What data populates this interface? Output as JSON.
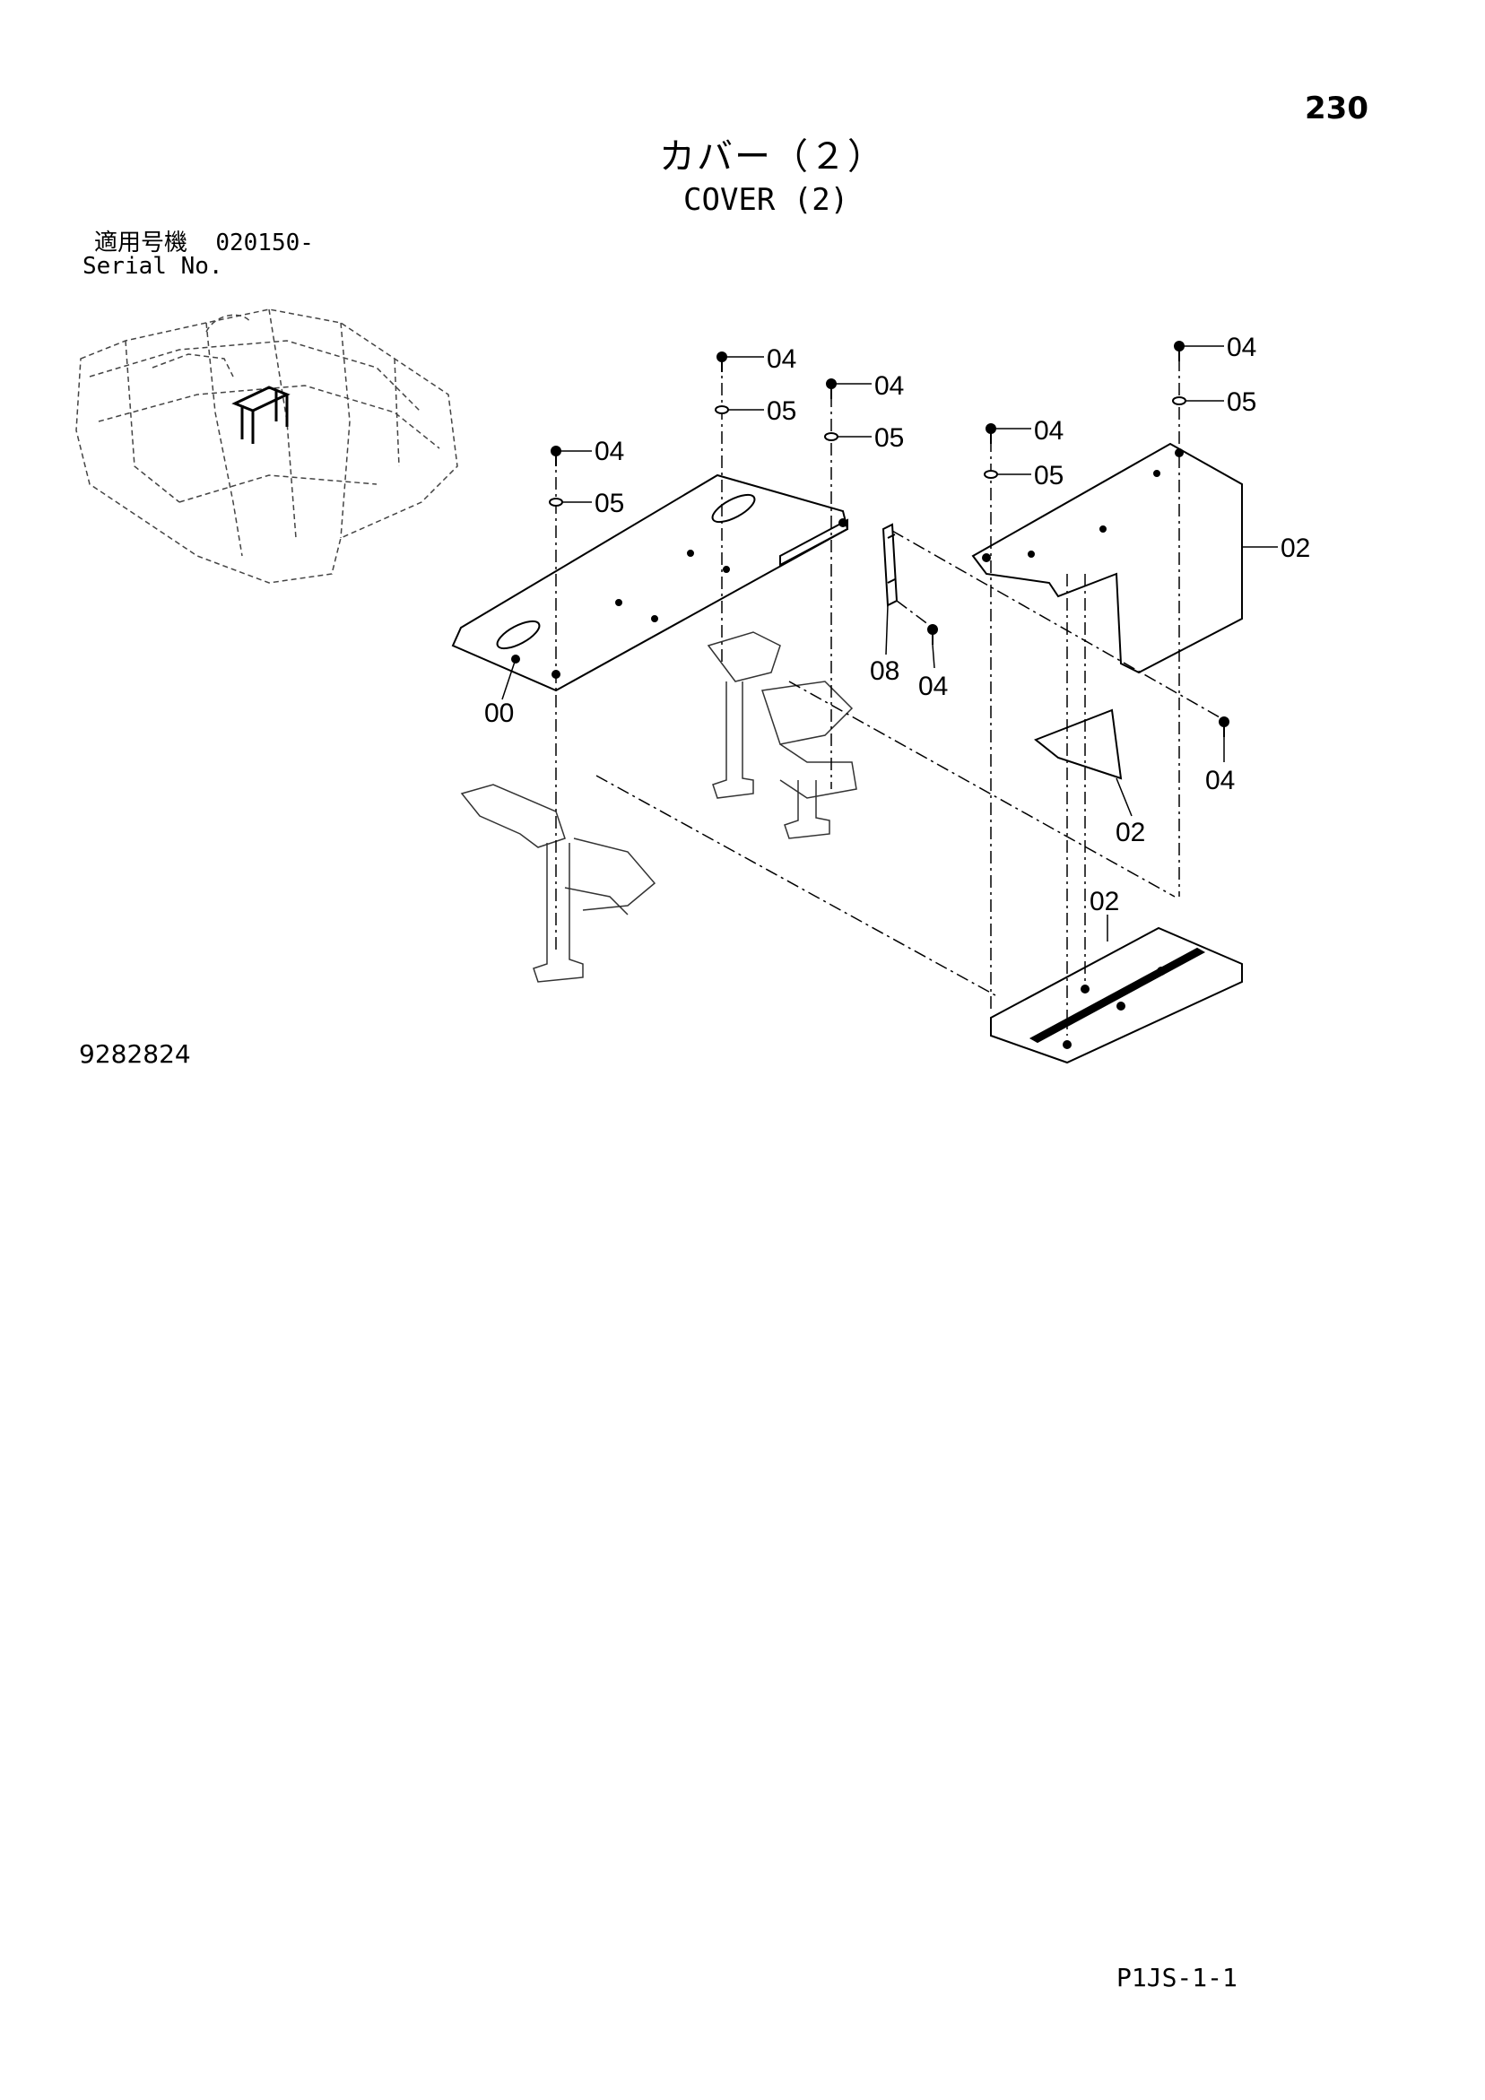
{
  "page_number": "230",
  "title_jp": "カバー（２）",
  "title_en": "COVER (2)",
  "serial": {
    "label_jp": "適用号機",
    "value": "020150-",
    "label_en": "Serial No."
  },
  "drawing_number": "9282824",
  "page_code": "P1JS-1-1",
  "callouts": [
    "04",
    "05",
    "04",
    "05",
    "04",
    "05",
    "04",
    "05",
    "04",
    "05",
    "00",
    "02",
    "08",
    "04",
    "02",
    "04",
    "02"
  ]
}
